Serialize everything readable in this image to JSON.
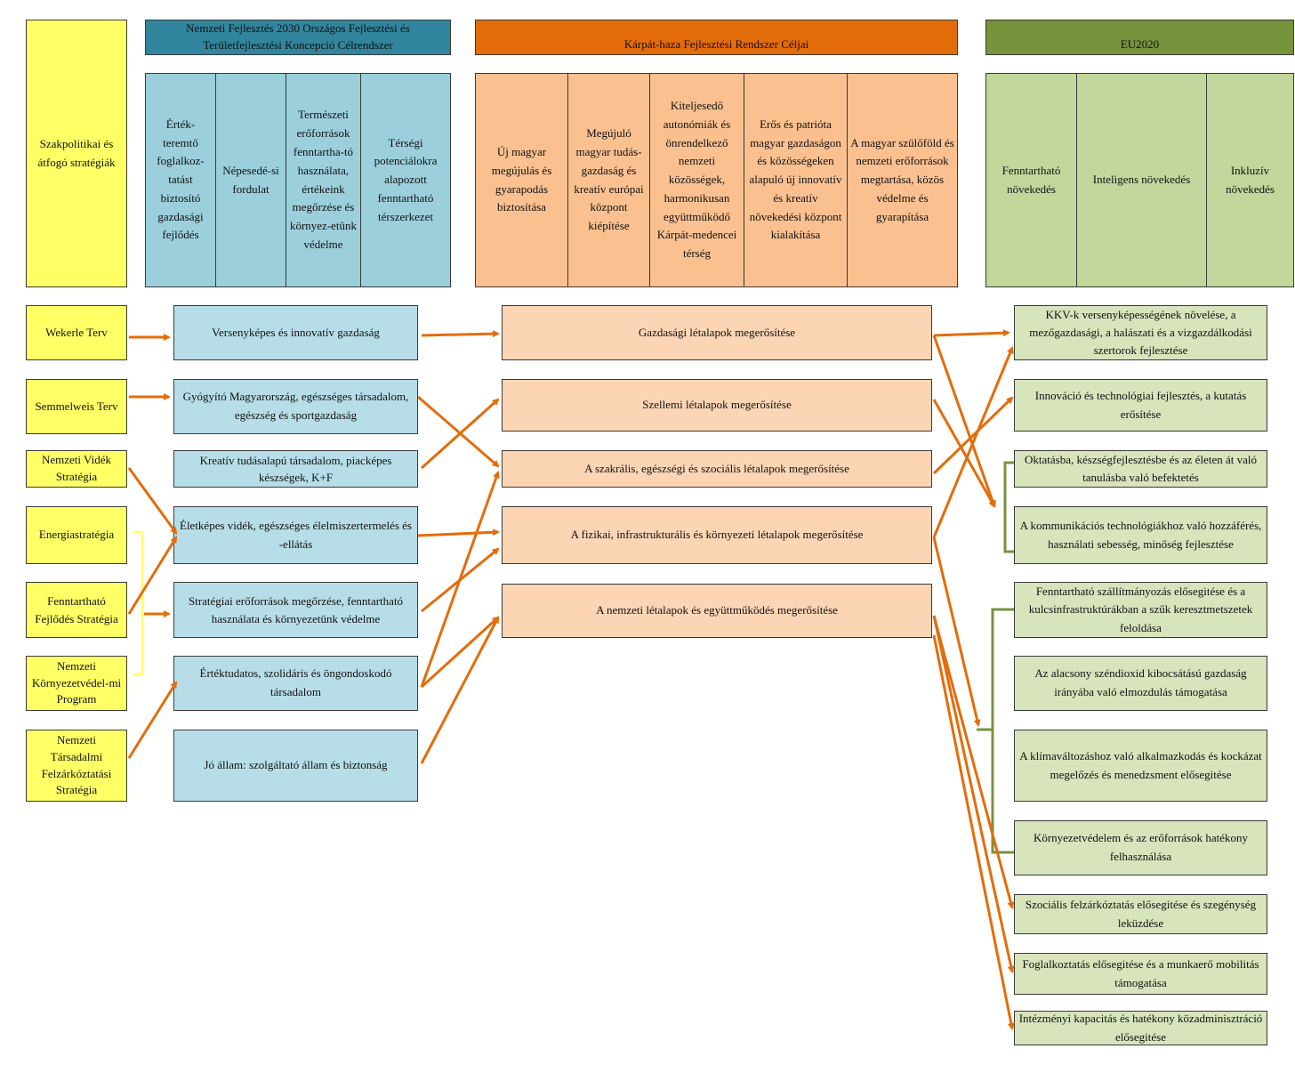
{
  "left_header": "Szakpolitikai és átfogó stratégiák",
  "top_headers": {
    "nf2030": "Nemzeti Fejlesztés 2030 Országos Fejlesztési és Területfejlesztési Koncepció Célrendszer",
    "karpat": "Kárpát-haza Fejlesztési Rendszer Céljai",
    "eu2020": "EU2020"
  },
  "nf2030_goals": [
    "Érték-teremtő foglalkoz-tatást biztosító gazdasági fejlődés",
    "Népesedé-si fordulat",
    "Természeti erőforrások fenntartha-tó használata, értékeink megőrzése és környez-etünk védelme",
    "Térségi potenciálokra alapozott fenntartható térszerkezet"
  ],
  "karpat_goals": [
    "Új magyar megújulás és gyarapodás biztosítása",
    "Megújuló magyar tudás-gazdaság és kreatív európai központ kiépítése",
    "Kiteljesedő autonómiák és önrendelkező nemzeti közösségek, harmonikusan együttműködő Kárpát-medencei térség",
    "Erős és patrióta magyar gazdaságon és közösségeken alapuló új innovatív és kreatív növekedési központ kialakítása",
    "A magyar szülőföld és nemzeti erőforrások megtartása, közös védelme és gyarapítása"
  ],
  "eu2020_goals": [
    "Fenntartható növekedés",
    "Inteligens növekedés",
    "Inkluzív növekedés"
  ],
  "strategies": [
    "Wekerle Terv",
    "Semmelweis Terv",
    "Nemzeti Vidék Stratégia",
    "Energiastratégia",
    "Fenntartható Fejlődés Stratégia",
    "Nemzeti Környezetvédel-mi Program",
    "Nemzeti Társadalmi Felzárkóztatási Stratégia"
  ],
  "policy_areas": [
    "Versenyképes és innovatív gazdaság",
    "Gyógyító Magyarország, egészséges társadalom, egészség és sportgazdaság",
    "Kreatív tudásalapú társadalom, piacképes készségek, K+F",
    "Életképes vidék, egészséges élelmiszertermelés és -ellátás",
    "Stratégiai erőforrások megőrzése, fenntartható használata és környezetünk védelme",
    "Értéktudatos, szolidáris és öngondoskodó társadalom",
    "Jó állam: szolgáltató állam és biztonság"
  ],
  "foundations": [
    "Gazdasági létalapok megerősítése",
    "Szellemi létalapok megerősítése",
    "A szakrális, egészségi és szociális létalapok megerősítése",
    "A fizikai, infrastrukturális és környezeti létalapok megerősítése",
    "A nemzeti létalapok és együttműködés megerősítése"
  ],
  "eu_priorities": [
    "KKV-k versenyképességének növelése, a mezőgazdasági, a halászati és a vizgazdálkodási szertorok fejlesztése",
    "Innováció és technológiai fejlesztés, a kutatás erősítése",
    "Oktatásba, készségfejlesztésbe és az életen át való tanulásba való befektetés",
    "A kommunikációs technológiákhoz való hozzáférés, használati sebesség, minőség fejlesztése",
    "Fenntartható szállítmányozás elősegitése és a kulcsinfrastruktúrákban a szűk keresztmetszetek feloldása",
    "Az alacsony széndioxid kibocsátású gazdaság irányába való elmozdulás támogatása",
    "A klímaváltozáshoz való alkalmazkodás és kockázat megelőzés és menedzsment elősegitése",
    "Környezetvédelem és az erőforrások hatékony felhasználása",
    "Szociális felzárkóztatás elősegitése és szegénység leküzdése",
    "Foglalkoztatás elősegitése és a munkaerő mobilitás támogatása",
    "Intézményi kapacitás és hatékony közadminisztráció elősegitése"
  ],
  "colors": {
    "arrow": "#e46c0a",
    "bracket_green": "#77933c",
    "bracket_yellow": "#ffff66"
  }
}
